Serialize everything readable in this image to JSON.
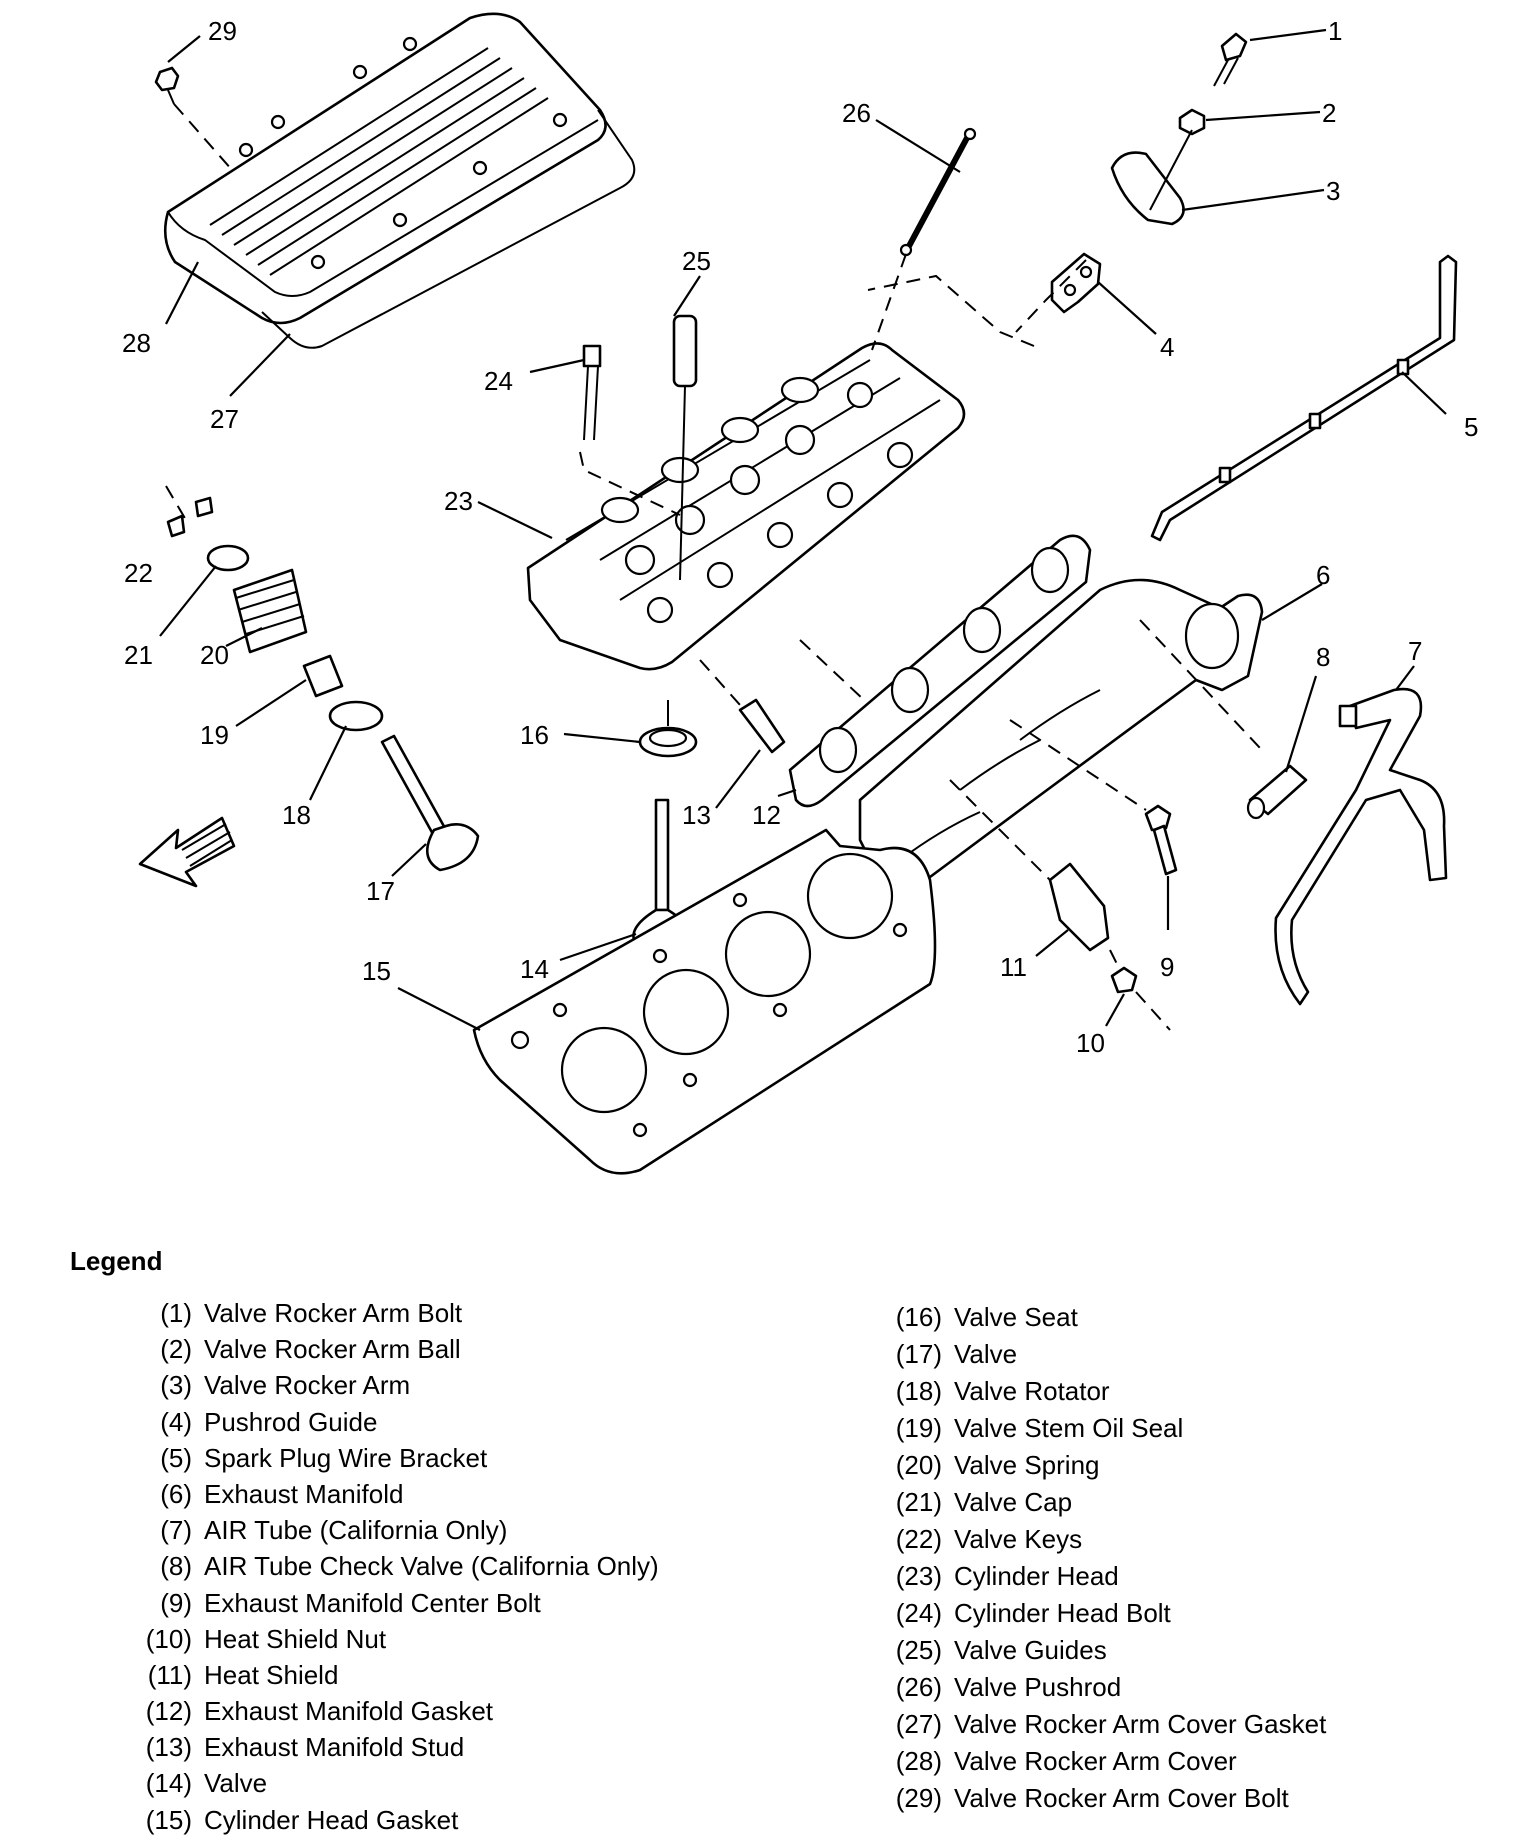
{
  "diagram": {
    "callouts": [
      "1",
      "2",
      "3",
      "4",
      "5",
      "6",
      "7",
      "8",
      "9",
      "10",
      "11",
      "12",
      "13",
      "14",
      "15",
      "16",
      "17",
      "18",
      "19",
      "20",
      "21",
      "22",
      "23",
      "24",
      "25",
      "26",
      "27",
      "28",
      "29"
    ]
  },
  "legend": {
    "title": "Legend",
    "items": [
      {
        "num": "(1)",
        "text": "Valve Rocker Arm Bolt"
      },
      {
        "num": "(2)",
        "text": "Valve Rocker Arm Ball"
      },
      {
        "num": "(3)",
        "text": "Valve Rocker Arm"
      },
      {
        "num": "(4)",
        "text": "Pushrod Guide"
      },
      {
        "num": "(5)",
        "text": "Spark Plug Wire Bracket"
      },
      {
        "num": "(6)",
        "text": "Exhaust Manifold"
      },
      {
        "num": "(7)",
        "text": "AIR Tube (California Only)"
      },
      {
        "num": "(8)",
        "text": "AIR Tube Check Valve (California Only)"
      },
      {
        "num": "(9)",
        "text": "Exhaust Manifold Center Bolt"
      },
      {
        "num": "(10)",
        "text": "Heat Shield Nut"
      },
      {
        "num": "(11)",
        "text": "Heat Shield"
      },
      {
        "num": "(12)",
        "text": "Exhaust Manifold Gasket"
      },
      {
        "num": "(13)",
        "text": "Exhaust Manifold Stud"
      },
      {
        "num": "(14)",
        "text": "Valve"
      },
      {
        "num": "(15)",
        "text": "Cylinder Head Gasket"
      },
      {
        "num": "(16)",
        "text": "Valve Seat"
      },
      {
        "num": "(17)",
        "text": "Valve"
      },
      {
        "num": "(18)",
        "text": "Valve Rotator"
      },
      {
        "num": "(19)",
        "text": "Valve Stem Oil Seal"
      },
      {
        "num": "(20)",
        "text": "Valve Spring"
      },
      {
        "num": "(21)",
        "text": "Valve Cap"
      },
      {
        "num": "(22)",
        "text": "Valve Keys"
      },
      {
        "num": "(23)",
        "text": "Cylinder Head"
      },
      {
        "num": "(24)",
        "text": "Cylinder Head Bolt"
      },
      {
        "num": "(25)",
        "text": "Valve Guides"
      },
      {
        "num": "(26)",
        "text": "Valve Pushrod"
      },
      {
        "num": "(27)",
        "text": "Valve Rocker Arm Cover Gasket"
      },
      {
        "num": "(28)",
        "text": "Valve Rocker Arm Cover"
      },
      {
        "num": "(29)",
        "text": "Valve Rocker Arm Cover Bolt"
      }
    ]
  }
}
